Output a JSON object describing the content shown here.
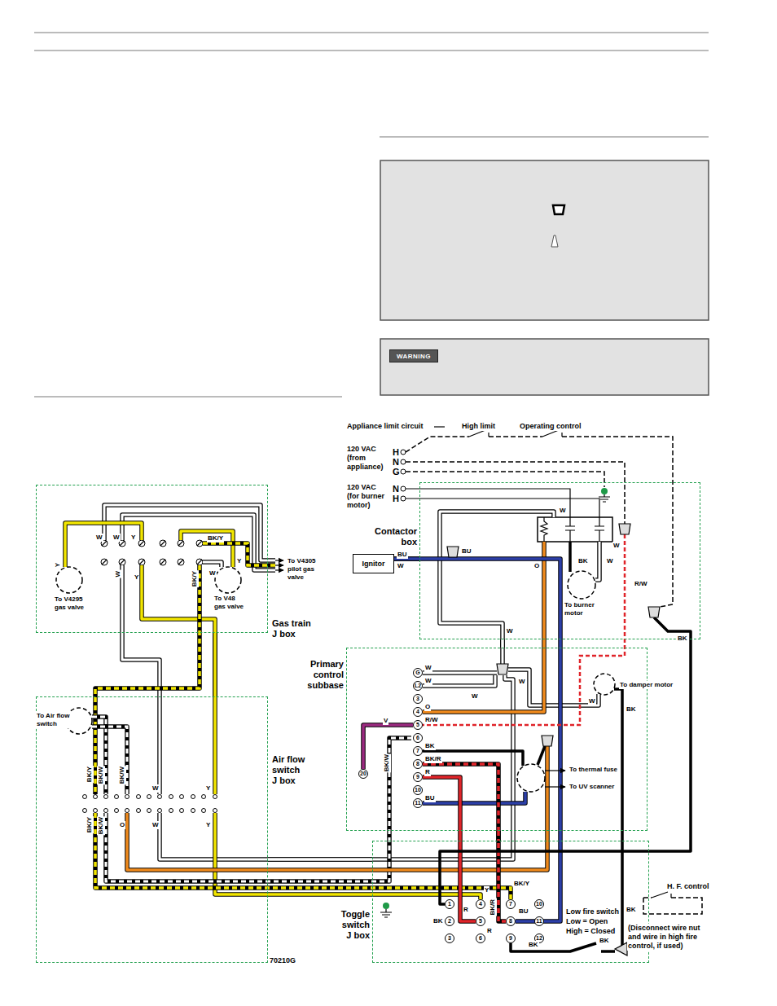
{
  "diagram": {
    "nodes": [
      {
        "text": [
          "WARNING"
        ]
      },
      {
        "text": [
          "Gas train J box"
        ]
      },
      {
        "text": [
          "Contactor box"
        ]
      },
      {
        "text": [
          "Ignitor"
        ]
      },
      {
        "text": [
          "Primary control subbase"
        ]
      },
      {
        "text": [
          "Air flow switch J box"
        ]
      },
      {
        "text": [
          "Toggle switch J box"
        ]
      }
    ],
    "edges": [
      {
        "from": 3,
        "to": 2,
        "arrow": "none"
      },
      {
        "from": 1,
        "to": 5,
        "arrow": "none"
      },
      {
        "from": 5,
        "to": 6,
        "arrow": "none"
      },
      {
        "from": 2,
        "to": 4,
        "arrow": "none"
      },
      {
        "from": 4,
        "to": 6,
        "arrow": "none"
      }
    ],
    "labels": [
      "Appliance limit circuit",
      "High limit",
      "Operating control",
      "H",
      "N",
      "G",
      "120 VAC (from appliance)",
      "N",
      "H",
      "120 VAC (for burner motor)",
      "W",
      "BU",
      "W",
      "BU",
      "O",
      "BK",
      "W",
      "W",
      "R/W",
      "To burner motor",
      "BK",
      "W",
      "G",
      "L2",
      "3",
      "4",
      "5",
      "6",
      "7",
      "8",
      "9",
      "10",
      "11",
      "W",
      "W",
      "O",
      "R/W",
      "BK",
      "BK/R",
      "R",
      "BU",
      "V",
      "20",
      "BK/W",
      "W",
      "W",
      "W",
      "BK",
      "To damper motor",
      "To thermal fuse",
      "To UV scanner",
      "Y",
      "W",
      "W",
      "Y",
      "BK/Y",
      "W",
      "Y",
      "BK/Y",
      "W",
      "Y",
      "To V4295 gas valve",
      "To V48 gas valve",
      "To V4305 pilot gas valve",
      "To Air flow switch",
      "BK/Y",
      "BK/W",
      "BK/W",
      "W",
      "Y",
      "BK/Y",
      "BK/W",
      "O",
      "W",
      "Y",
      "1",
      "2",
      "3",
      "4",
      "5",
      "6",
      "7",
      "8",
      "9",
      "10",
      "11",
      "12",
      "BK",
      "Y",
      "BK/Y",
      "R",
      "R",
      "BK/R",
      "BU",
      "BK",
      "Low fire switch",
      "Low = Open",
      "High = Closed",
      "BK",
      "H. F. control",
      "BK",
      "(Disconnect wire nut and wire in high fire control, if used)",
      "70210G"
    ]
  }
}
